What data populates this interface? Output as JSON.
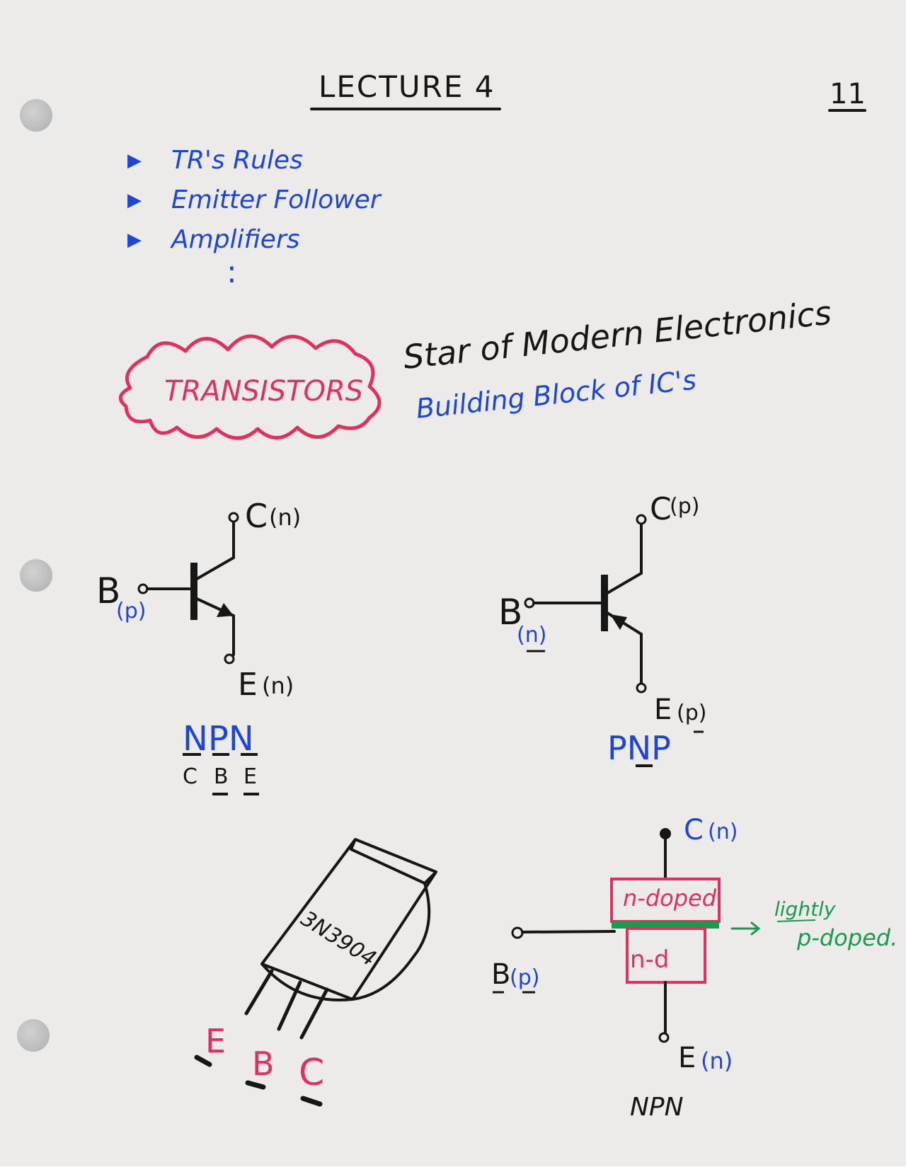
{
  "page": {
    "title": "LECTURE 4",
    "page_number": "11"
  },
  "topics": [
    "TR's Rules",
    "Emitter Follower",
    "Amplifiers"
  ],
  "continuation": ":",
  "headline": {
    "label": "TRANSISTORS",
    "line1": "Star of Modern Electronics",
    "line2": "Building Block of IC's"
  },
  "npn_symbol": {
    "collector": "C",
    "collector_type": "(n)",
    "base": "B",
    "base_type": "(p)",
    "emitter": "E",
    "emitter_type": "(n)",
    "caption": "NPN",
    "pin_order": [
      "C",
      "B",
      "E"
    ]
  },
  "pnp_symbol": {
    "collector": "C",
    "collector_type": "(p)",
    "base": "B",
    "base_type": "(n)",
    "emitter": "E",
    "emitter_type": "(p)",
    "caption": "PNP"
  },
  "package": {
    "part_number": "3N3904",
    "pins": [
      "E",
      "B",
      "C"
    ]
  },
  "structure": {
    "collector": "C",
    "collector_type": "(n)",
    "top_layer": "n-doped",
    "bottom_layer": "n-d",
    "base": "B",
    "base_type": "(p)",
    "emitter": "E",
    "emitter_type": "(n)",
    "note_line1": "lightly",
    "note_line2": "p-doped.",
    "caption": "NPN"
  },
  "colors": {
    "ink_black": "#161616",
    "ink_blue": "#1d46d6",
    "ink_red": "#e0305c",
    "ink_green": "#1a9a4e",
    "paper": "#ecebea"
  }
}
